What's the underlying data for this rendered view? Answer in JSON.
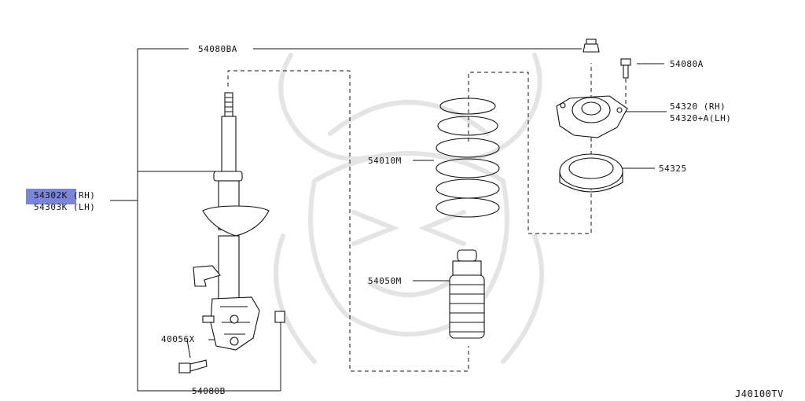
{
  "diagram_code": "J40100TV",
  "highlight_color": "#7b86d8",
  "watermark_icon": "samurai-helmet-watermark-icon",
  "parts": {
    "strut_rh": "54302K (RH)",
    "strut_lh": "54303K (LH)",
    "nut_upper": "54080BA",
    "spring": "54010M",
    "bound_bumper": "54050M",
    "bolt_lower_left": "40056X",
    "nut_lower": "54080B",
    "bolt_mount": "54080A",
    "mount_rh": "54320 (RH)",
    "mount_lh": "54320+A(LH)",
    "bearing": "54325"
  }
}
